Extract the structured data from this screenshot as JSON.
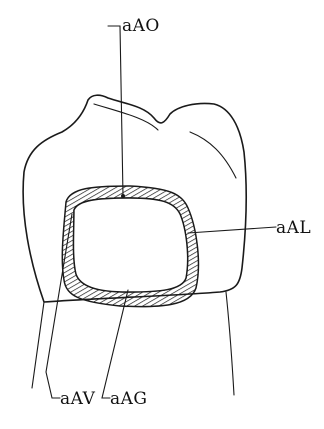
{
  "labels": {
    "top": "aAO",
    "right": "aAL",
    "bottom_left": "aAV",
    "bottom_center": "aAG"
  },
  "colors": {
    "ink": "#1a1a1a",
    "background": "#ffffff"
  }
}
